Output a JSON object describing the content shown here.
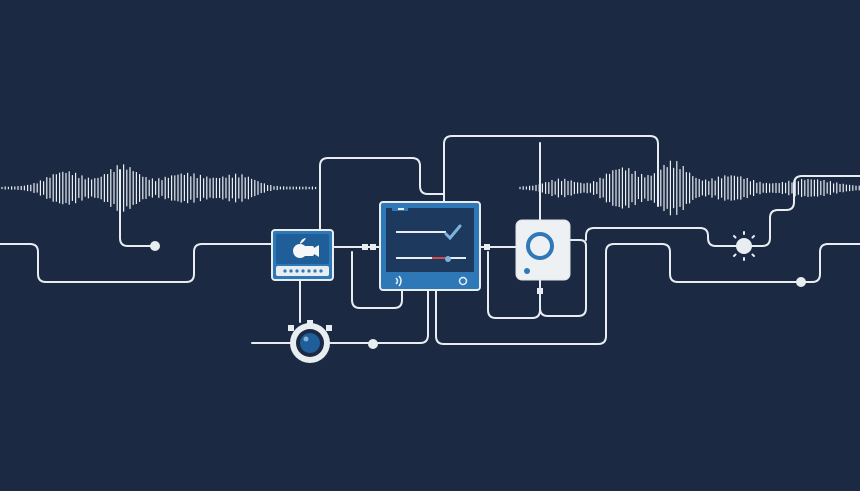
{
  "diagram": {
    "colors": {
      "background": "#1b2942",
      "line": "#e8edf2",
      "accent_blue": "#2f78b7",
      "accent_light": "#7fb1de",
      "panel": "#f4f6f8",
      "device_face": "#eef1f4",
      "red_tick": "#d24a4a"
    },
    "nodes": [
      {
        "id": "camera-device",
        "icon": "apple-camera-icon"
      },
      {
        "id": "central-monitor",
        "icon": "checkmark-icon"
      },
      {
        "id": "ring-speaker",
        "icon": "ring-icon"
      },
      {
        "id": "lens-gear",
        "icon": "gear-lens-icon"
      },
      {
        "id": "sun-indicator",
        "icon": "sun-icon"
      }
    ]
  }
}
